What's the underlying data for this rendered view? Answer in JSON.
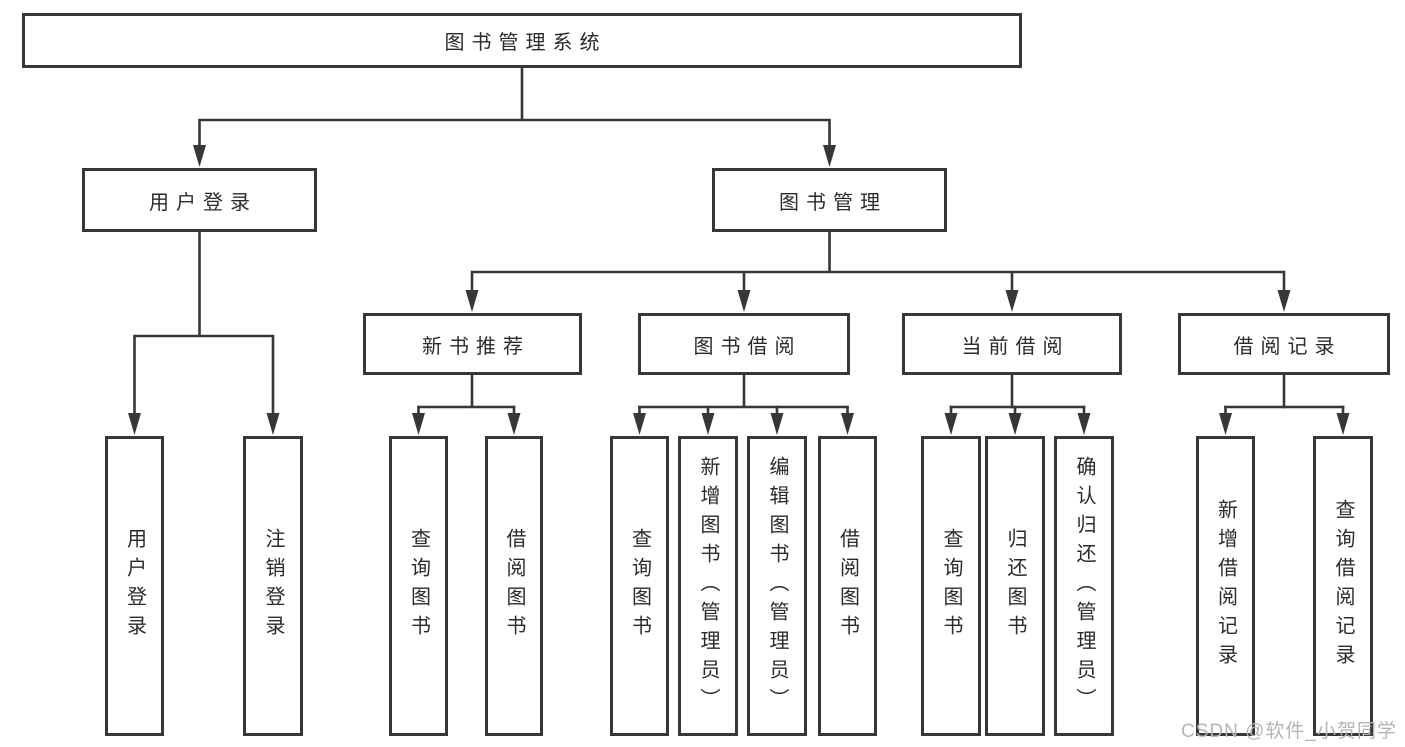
{
  "diagram": {
    "type": "hierarchy",
    "title": "图书管理系统",
    "colors": {
      "line": "#373737",
      "box_border": "#373737",
      "text": "#2b2b2b",
      "background": "#ffffff",
      "watermark_text": "#b4b4b9"
    },
    "nodes": {
      "root": "图书管理系统",
      "user_login": "用户登录",
      "book_mgmt": "图书管理",
      "new_book_rec": "新书推荐",
      "book_borrow": "图书借阅",
      "current_borrow": "当前借阅",
      "borrow_record": "借阅记录",
      "leaf_user_login": "用户登录",
      "leaf_logout": "注销登录",
      "rec_query_book": "查询图书",
      "rec_borrow_book": "借阅图书",
      "bb_query_book": "查询图书",
      "bb_add_book": "新增图书（管理员）",
      "bb_edit_book": "编辑图书（管理员）",
      "bb_borrow_book": "借阅图书",
      "cb_query_book": "查询图书",
      "cb_return_book": "归还图书",
      "cb_confirm_return": "确认归还（管理员）",
      "br_add_record": "新增借阅记录",
      "br_query_record": "查询借阅记录"
    },
    "edges": [
      [
        "root",
        "user_login"
      ],
      [
        "root",
        "book_mgmt"
      ],
      [
        "user_login",
        "leaf_user_login"
      ],
      [
        "user_login",
        "leaf_logout"
      ],
      [
        "book_mgmt",
        "new_book_rec"
      ],
      [
        "book_mgmt",
        "book_borrow"
      ],
      [
        "book_mgmt",
        "current_borrow"
      ],
      [
        "book_mgmt",
        "borrow_record"
      ],
      [
        "new_book_rec",
        "rec_query_book"
      ],
      [
        "new_book_rec",
        "rec_borrow_book"
      ],
      [
        "book_borrow",
        "bb_query_book"
      ],
      [
        "book_borrow",
        "bb_add_book"
      ],
      [
        "book_borrow",
        "bb_edit_book"
      ],
      [
        "book_borrow",
        "bb_borrow_book"
      ],
      [
        "current_borrow",
        "cb_query_book"
      ],
      [
        "current_borrow",
        "cb_return_book"
      ],
      [
        "current_borrow",
        "cb_confirm_return"
      ],
      [
        "borrow_record",
        "br_add_record"
      ],
      [
        "borrow_record",
        "br_query_record"
      ]
    ],
    "watermark": "CSDN @软件_小贺同学"
  }
}
